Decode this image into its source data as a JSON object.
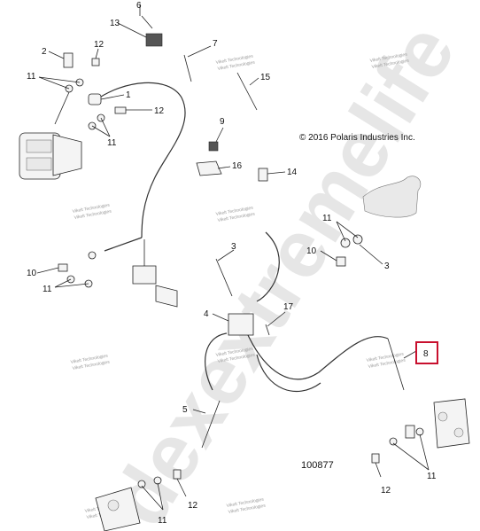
{
  "copyright": "© 2016 Polaris Industries Inc.",
  "figure_number": "100877",
  "watermark_text": "dexextremelife",
  "stamp_lines": [
    "Vikelt Technologies",
    "Vikelt Technologies"
  ],
  "highlight_color": "#c8102e",
  "callouts": {
    "c1": "1",
    "c2": "2",
    "c3a": "3",
    "c3b": "3",
    "c4": "4",
    "c5": "5",
    "c6": "6",
    "c7": "7",
    "c8": "8",
    "c9": "9",
    "c10a": "10",
    "c10b": "10",
    "c11a": "11",
    "c11b": "11",
    "c11c": "11",
    "c11d": "11",
    "c11e": "11",
    "c11f": "11",
    "c12a": "12",
    "c12b": "12",
    "c12c": "12",
    "c12d": "12",
    "c13": "13",
    "c14": "14",
    "c15": "15",
    "c16": "16",
    "c17": "17"
  }
}
